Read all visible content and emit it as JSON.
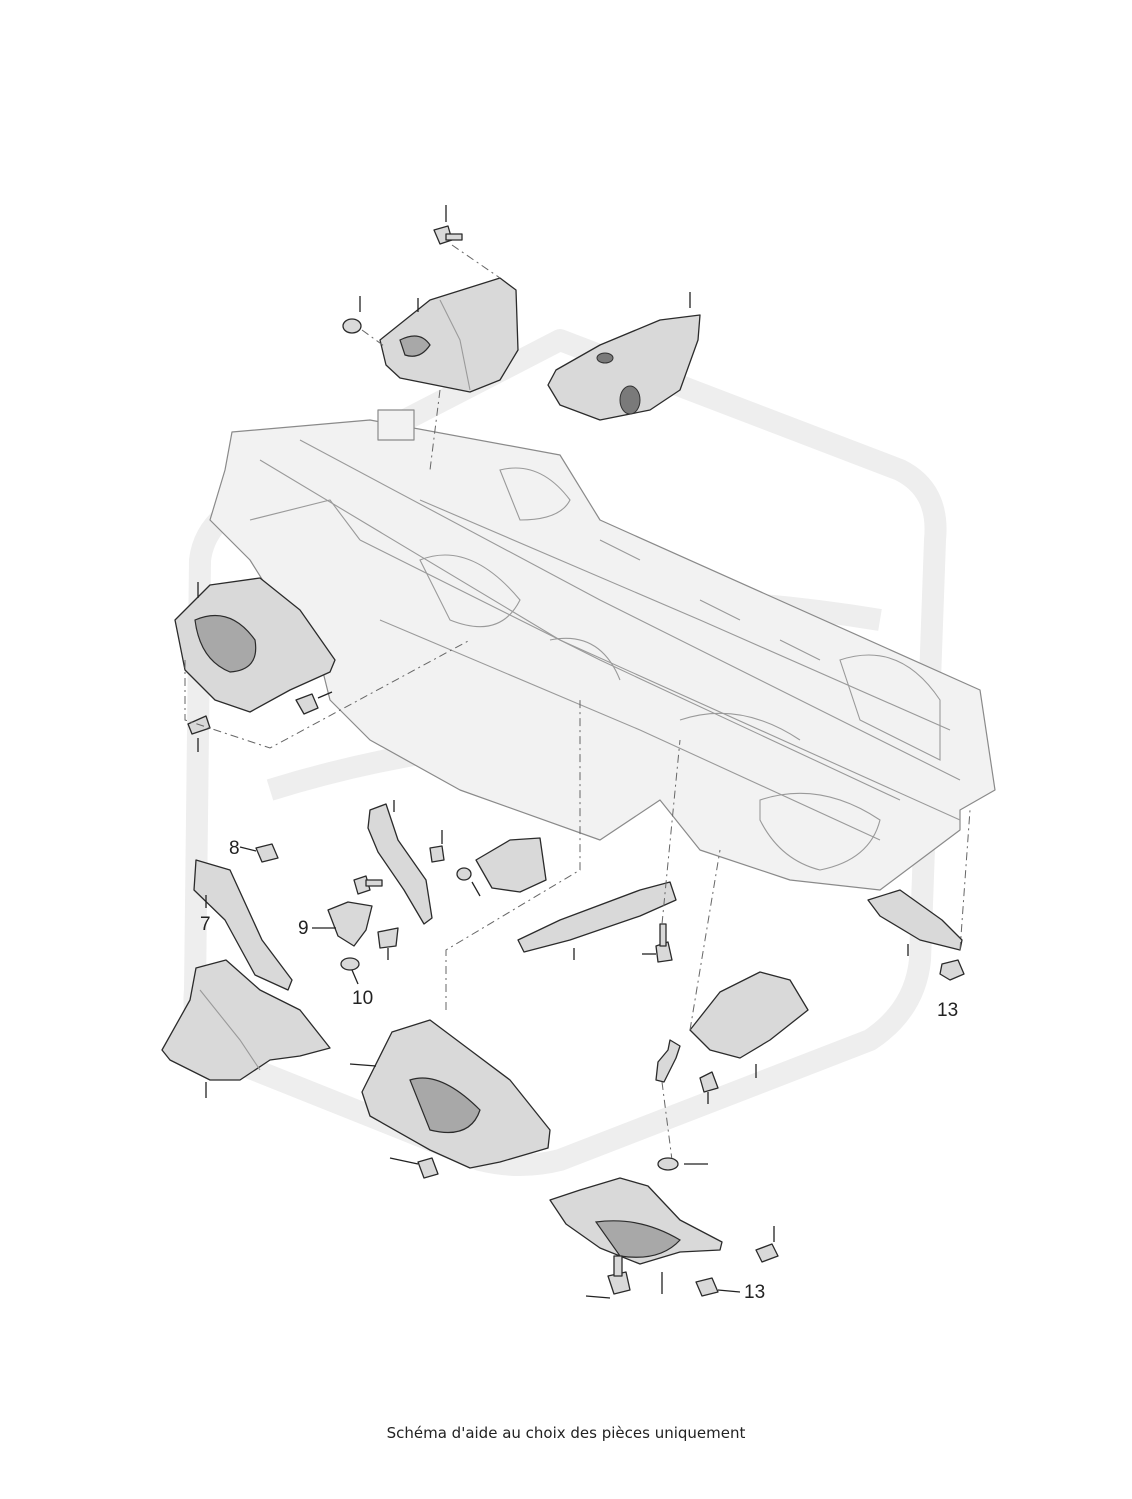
{
  "callouts": {
    "c7": "7",
    "c8": "8",
    "c9": "9",
    "c10": "10",
    "c13_right": "13",
    "c13_bottom": "13"
  },
  "footer_text": "Schéma d'aide au choix des pièces uniquement",
  "icons": [
    "watermark-logo-icon"
  ],
  "colors": {
    "part_fill": "#d9d9d9",
    "part_dark": "#a8a8a8",
    "outline": "#2b2b2b",
    "body_fill": "#f2f2f2",
    "watermark": "#eeeeee"
  }
}
